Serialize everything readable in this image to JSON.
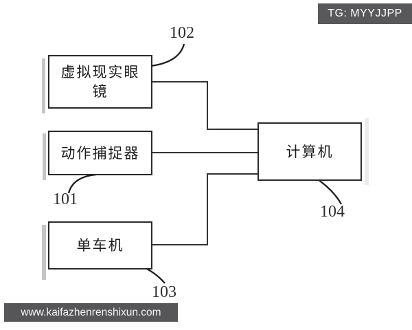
{
  "figure": {
    "badge_text": "TG: MYYJJPP",
    "watermark_text": "www.kaifazhenrenshixun.com"
  },
  "nodes": {
    "vr_glasses": {
      "line1": "虚拟现实眼",
      "line2": "镜",
      "ref": "102"
    },
    "motion_capture": {
      "label": "动作捕捉器",
      "ref": "101"
    },
    "bike_machine": {
      "label": "单车机",
      "ref": "103"
    },
    "computer": {
      "label": "计算机",
      "ref": "104"
    }
  },
  "colors": {
    "line": "#333333",
    "leader": "#1c1c1c",
    "badge_bg": "#58585a",
    "watermark_bg": "#565659"
  }
}
